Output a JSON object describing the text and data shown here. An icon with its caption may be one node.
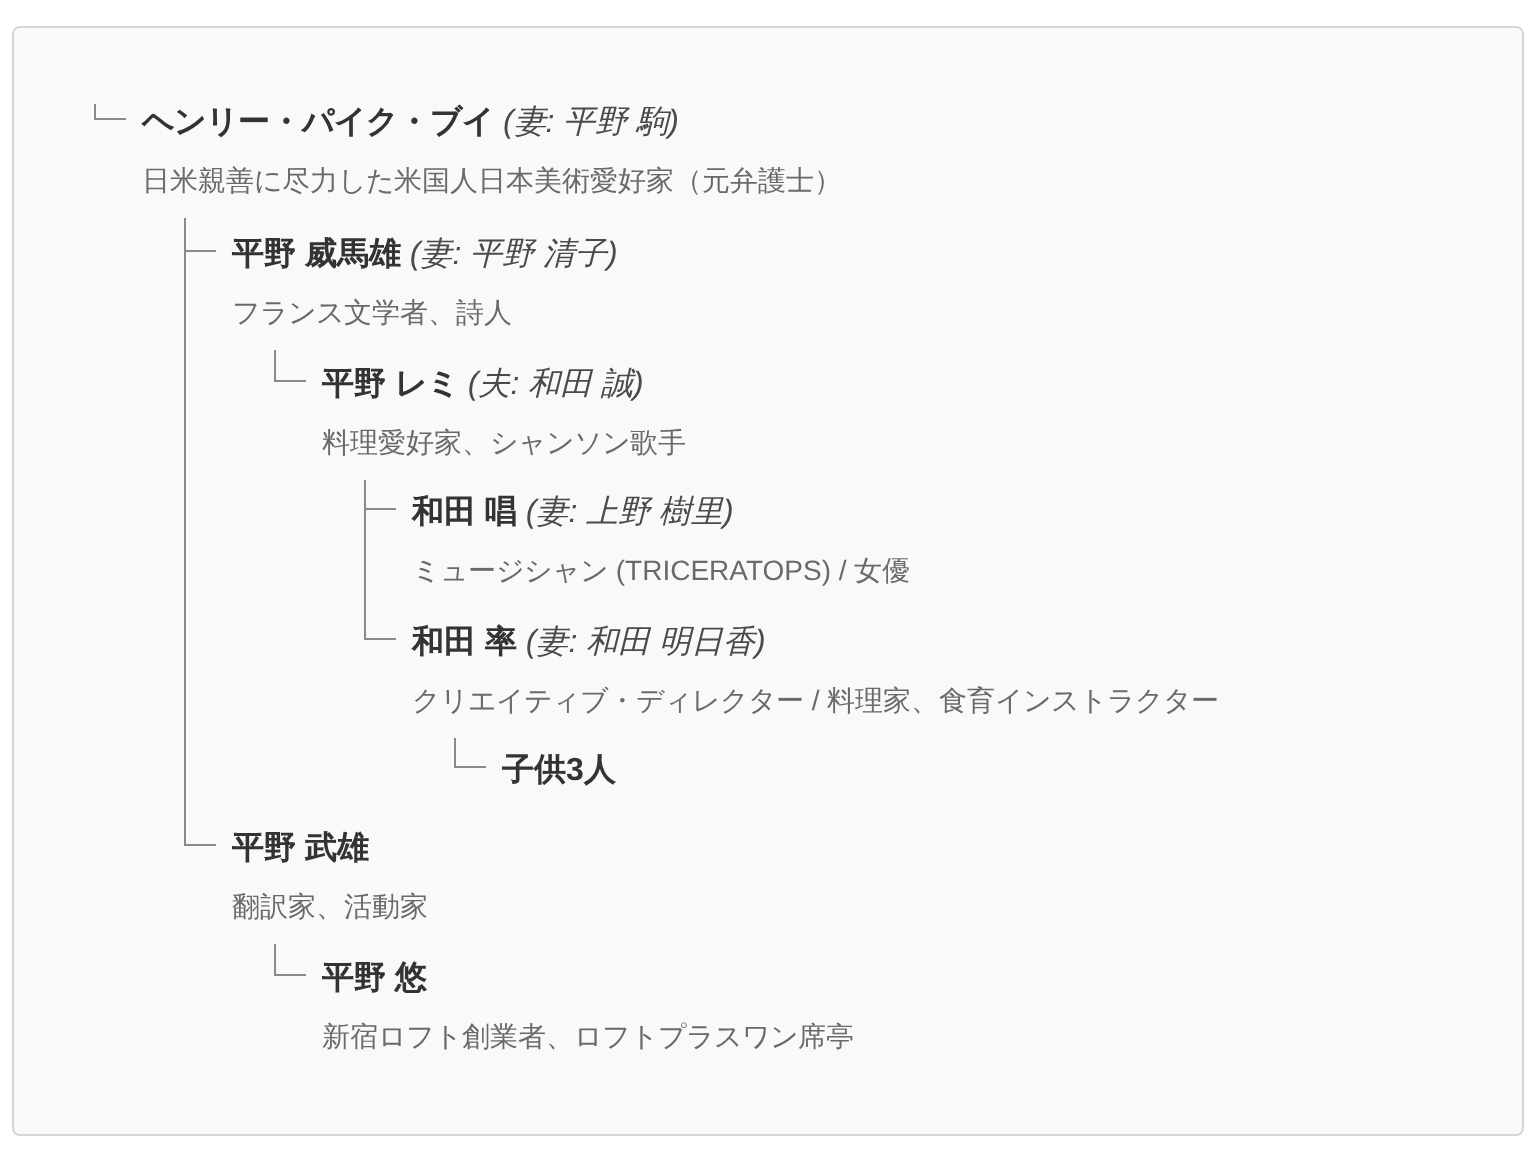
{
  "diagram": {
    "nodes": [
      {
        "text": [
          "ヘンリー・パイク・ブイ *(妻: 平野 駒)*",
          "日米親善に尽力した米国人日本美術愛好家（元弁護士）"
        ]
      },
      {
        "text": [
          "平野 威馬雄 *(妻: 平野 清子)*",
          "フランス文学者、詩人"
        ]
      },
      {
        "text": [
          "平野 レミ *(夫: 和田 誠)*",
          "料理愛好家、シャンソン歌手"
        ]
      },
      {
        "text": [
          "和田 唱 *(妻: 上野 樹里)*",
          "ミュージシャン (TRICERATOPS) / 女優"
        ]
      },
      {
        "text": [
          "和田 率 *(妻: 和田 明日香)*",
          "クリエイティブ・ディレクター / 料理家、食育インストラクター"
        ]
      },
      {
        "text": [
          "子供3人"
        ]
      },
      {
        "text": [
          "平野 武雄",
          "翻訳家、活動家"
        ]
      },
      {
        "text": [
          "平野 悠",
          "新宿ロフト創業者、ロフトプラスワン席亭"
        ]
      }
    ],
    "edges": [
      {
        "from": null,
        "to": 0,
        "arrow": "none"
      },
      {
        "from": 0,
        "to": 1,
        "arrow": "none"
      },
      {
        "from": 1,
        "to": 2,
        "arrow": "none"
      },
      {
        "from": 2,
        "to": 3,
        "arrow": "none"
      },
      {
        "from": 2,
        "to": 4,
        "arrow": "none"
      },
      {
        "from": 4,
        "to": 5,
        "arrow": "none"
      },
      {
        "from": 0,
        "to": 6,
        "arrow": "none"
      },
      {
        "from": 6,
        "to": 7,
        "arrow": "none"
      }
    ]
  }
}
